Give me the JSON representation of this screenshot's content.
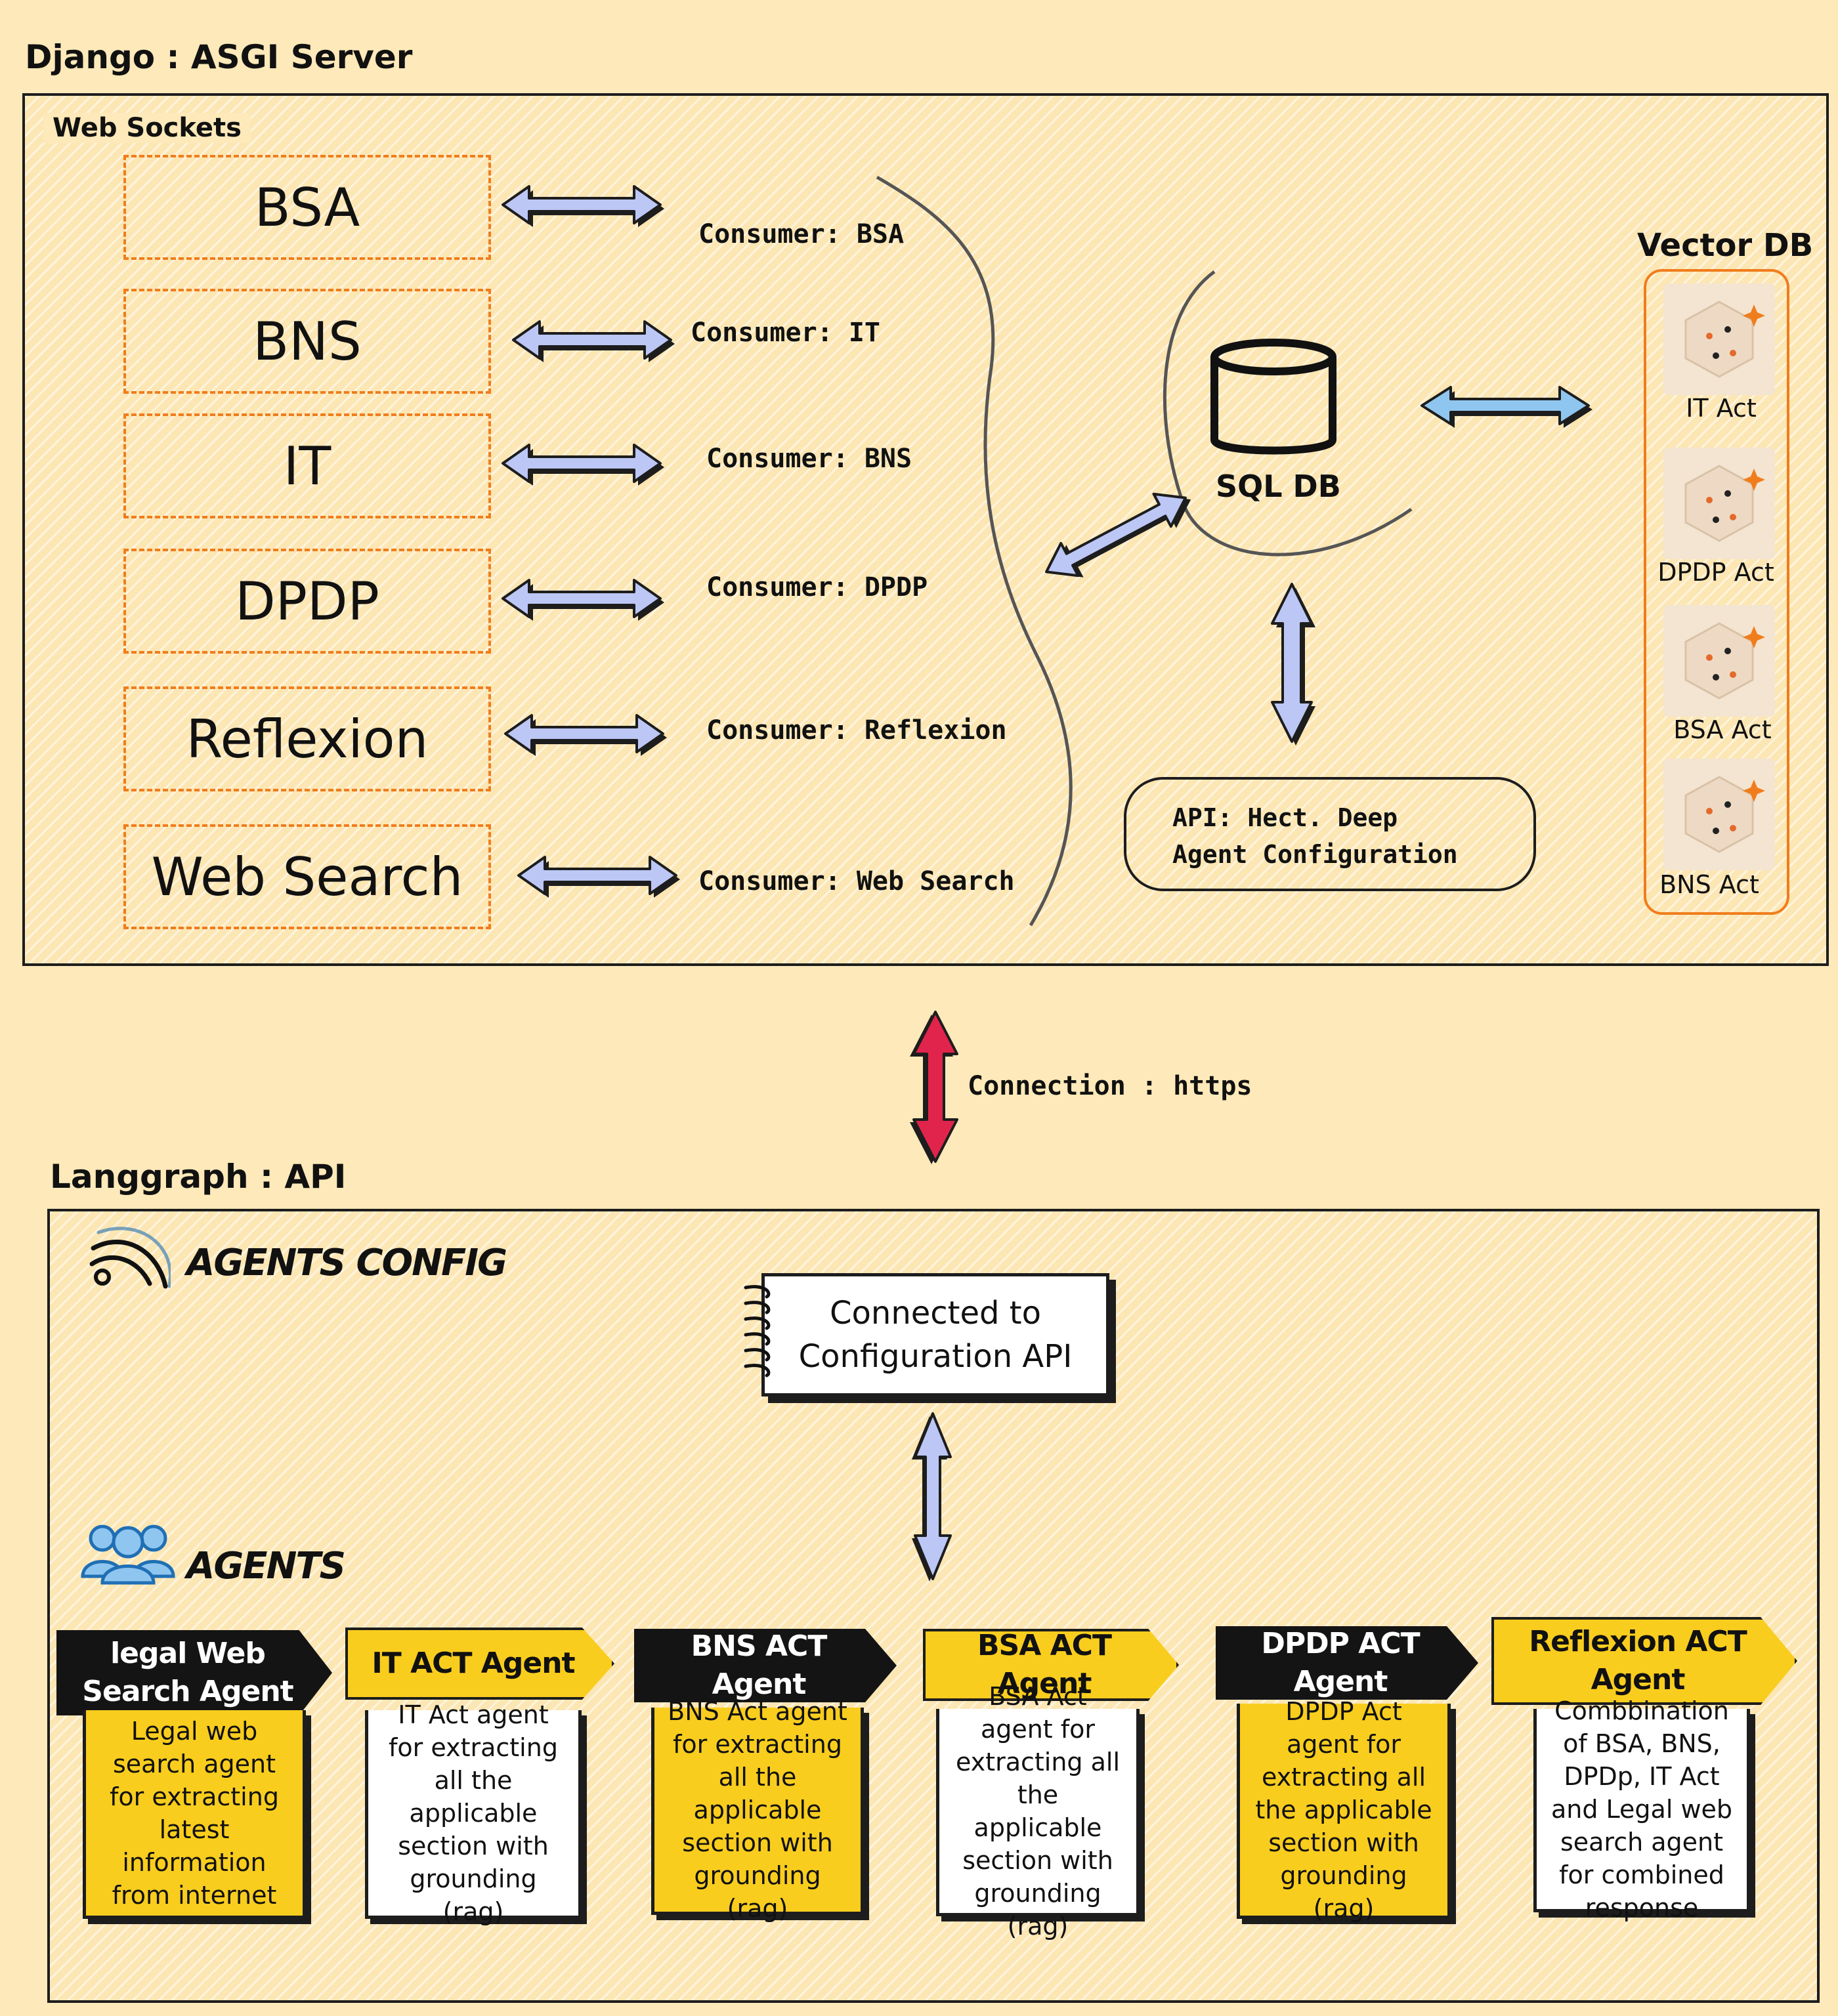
{
  "server": {
    "title": "Django : ASGI Server",
    "websockets_label": "Web Sockets",
    "websockets": [
      "BSA",
      "BNS",
      "IT",
      "DPDP",
      "Reflexion",
      "Web Search"
    ],
    "consumers": [
      "Consumer: BSA",
      "Consumer: IT",
      "Consumer: BNS",
      "Consumer: DPDP",
      "Consumer: Reflexion",
      "Consumer: Web Search"
    ],
    "sql_db_label": "SQL DB",
    "api_config": "API: Hect. Deep Agent Configuration",
    "vector_db": {
      "title": "Vector DB",
      "items": [
        "IT Act",
        "DPDP Act",
        "BSA Act",
        "BNS Act"
      ]
    }
  },
  "connection_label": "Connection : https",
  "langgraph": {
    "title": "Langgraph : API",
    "agents_config_label": "AGENTS CONFIG",
    "config_note": "Connected to Configuration API",
    "agents_label": "AGENTS",
    "agents": [
      {
        "name": "legal Web Search Agent",
        "desc": "Legal web search agent for extracting latest information from internet",
        "tag_style": "dark",
        "card_style": "yellow"
      },
      {
        "name": "IT ACT Agent",
        "desc": "IT Act agent for extracting all the applicable section with grounding (rag)",
        "tag_style": "yellow",
        "card_style": "white"
      },
      {
        "name": "BNS ACT Agent",
        "desc": "BNS Act agent for extracting all the applicable section with grounding (rag)",
        "tag_style": "dark",
        "card_style": "yellow"
      },
      {
        "name": "BSA ACT Agent",
        "desc": "BSA Act agent for extracting all the applicable section with grounding (rag)",
        "tag_style": "yellow",
        "card_style": "white"
      },
      {
        "name": "DPDP ACT Agent",
        "desc": "DPDP Act agent for extracting all the applicable section with grounding (rag)",
        "tag_style": "dark",
        "card_style": "yellow"
      },
      {
        "name": "Reflexion ACT Agent",
        "desc": "Combbination of BSA, BNS, DPDp, IT Act and Legal web search agent for combined response",
        "tag_style": "yellow",
        "card_style": "white"
      }
    ]
  },
  "colors": {
    "background": "#fde9b9",
    "dashed_orange": "#f07d1c",
    "arrow_lavender": "#bcc7f5",
    "arrow_blue": "#8fc6ef",
    "arrow_red": "#e0244b",
    "tag_yellow": "#f9cd1e",
    "tag_dark": "#141414"
  },
  "icons": [
    "database-icon",
    "vector-db-icon",
    "wifi-icon",
    "users-icon",
    "spiral-notebook-icon"
  ]
}
